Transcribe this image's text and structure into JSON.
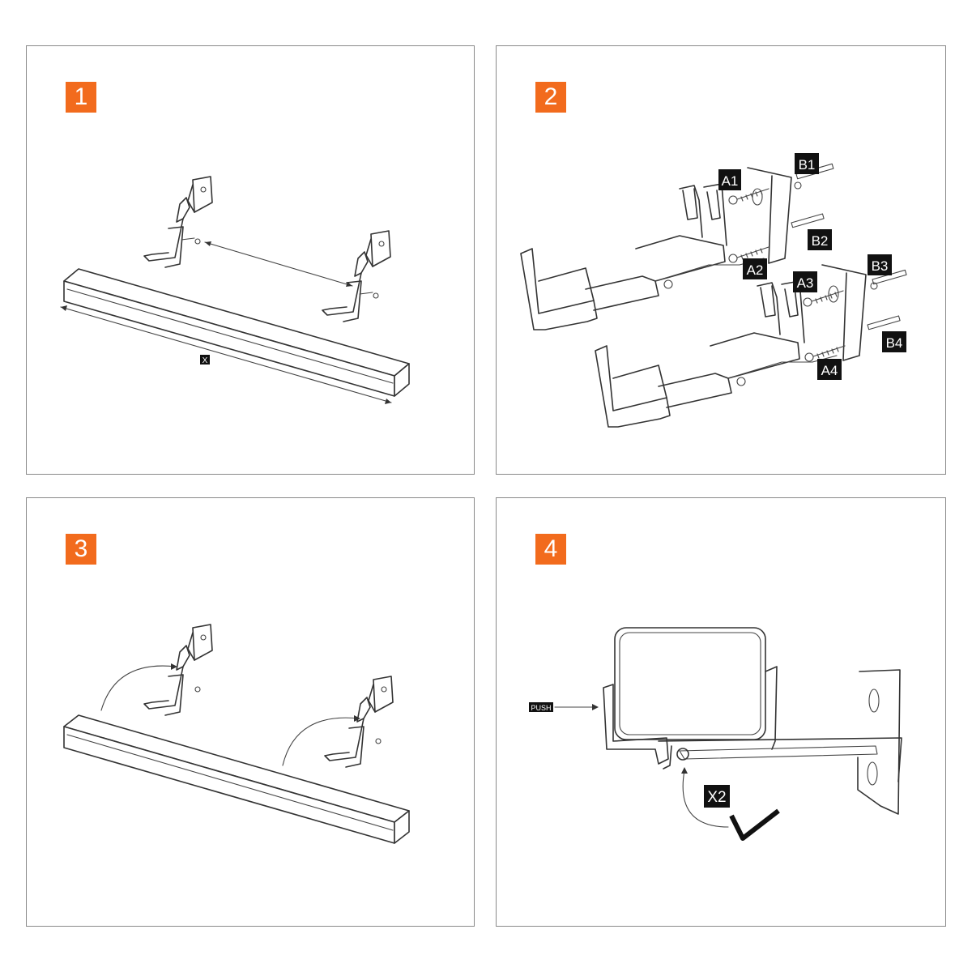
{
  "steps": [
    {
      "number": "1",
      "labels": {
        "length": "X"
      }
    },
    {
      "number": "2",
      "labels": {
        "a1": "A1",
        "a2": "A2",
        "a3": "A3",
        "a4": "A4",
        "b1": "B1",
        "b2": "B2",
        "b3": "B3",
        "b4": "B4"
      }
    },
    {
      "number": "3"
    },
    {
      "number": "4",
      "labels": {
        "push": "PUSH",
        "count": "X2"
      }
    }
  ],
  "colors": {
    "step_badge": "#f26b1d",
    "label_bg": "#111111",
    "border": "#8a8a8a"
  }
}
